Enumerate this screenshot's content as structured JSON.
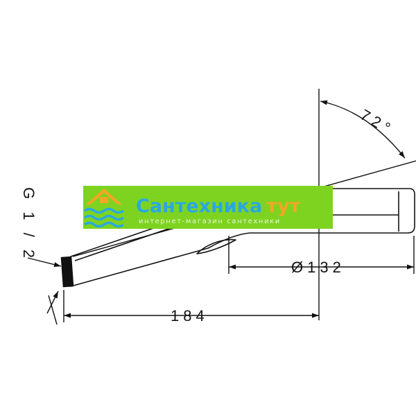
{
  "drawing": {
    "dimensions": {
      "thread": "G 1 / 2",
      "length": "184",
      "diameter": "Ø132",
      "angle": "72°"
    },
    "watermark": {
      "title_part1": "Сантехника",
      "title_part2": "тут",
      "subtitle": "интернет-магазин сантехники"
    }
  },
  "colors": {
    "line": "#111111",
    "watermark_green": "#7ed321",
    "watermark_blue": "#29a8e0",
    "watermark_orange": "#f5a623",
    "watermark_subtitle": "#e8f6d0"
  }
}
